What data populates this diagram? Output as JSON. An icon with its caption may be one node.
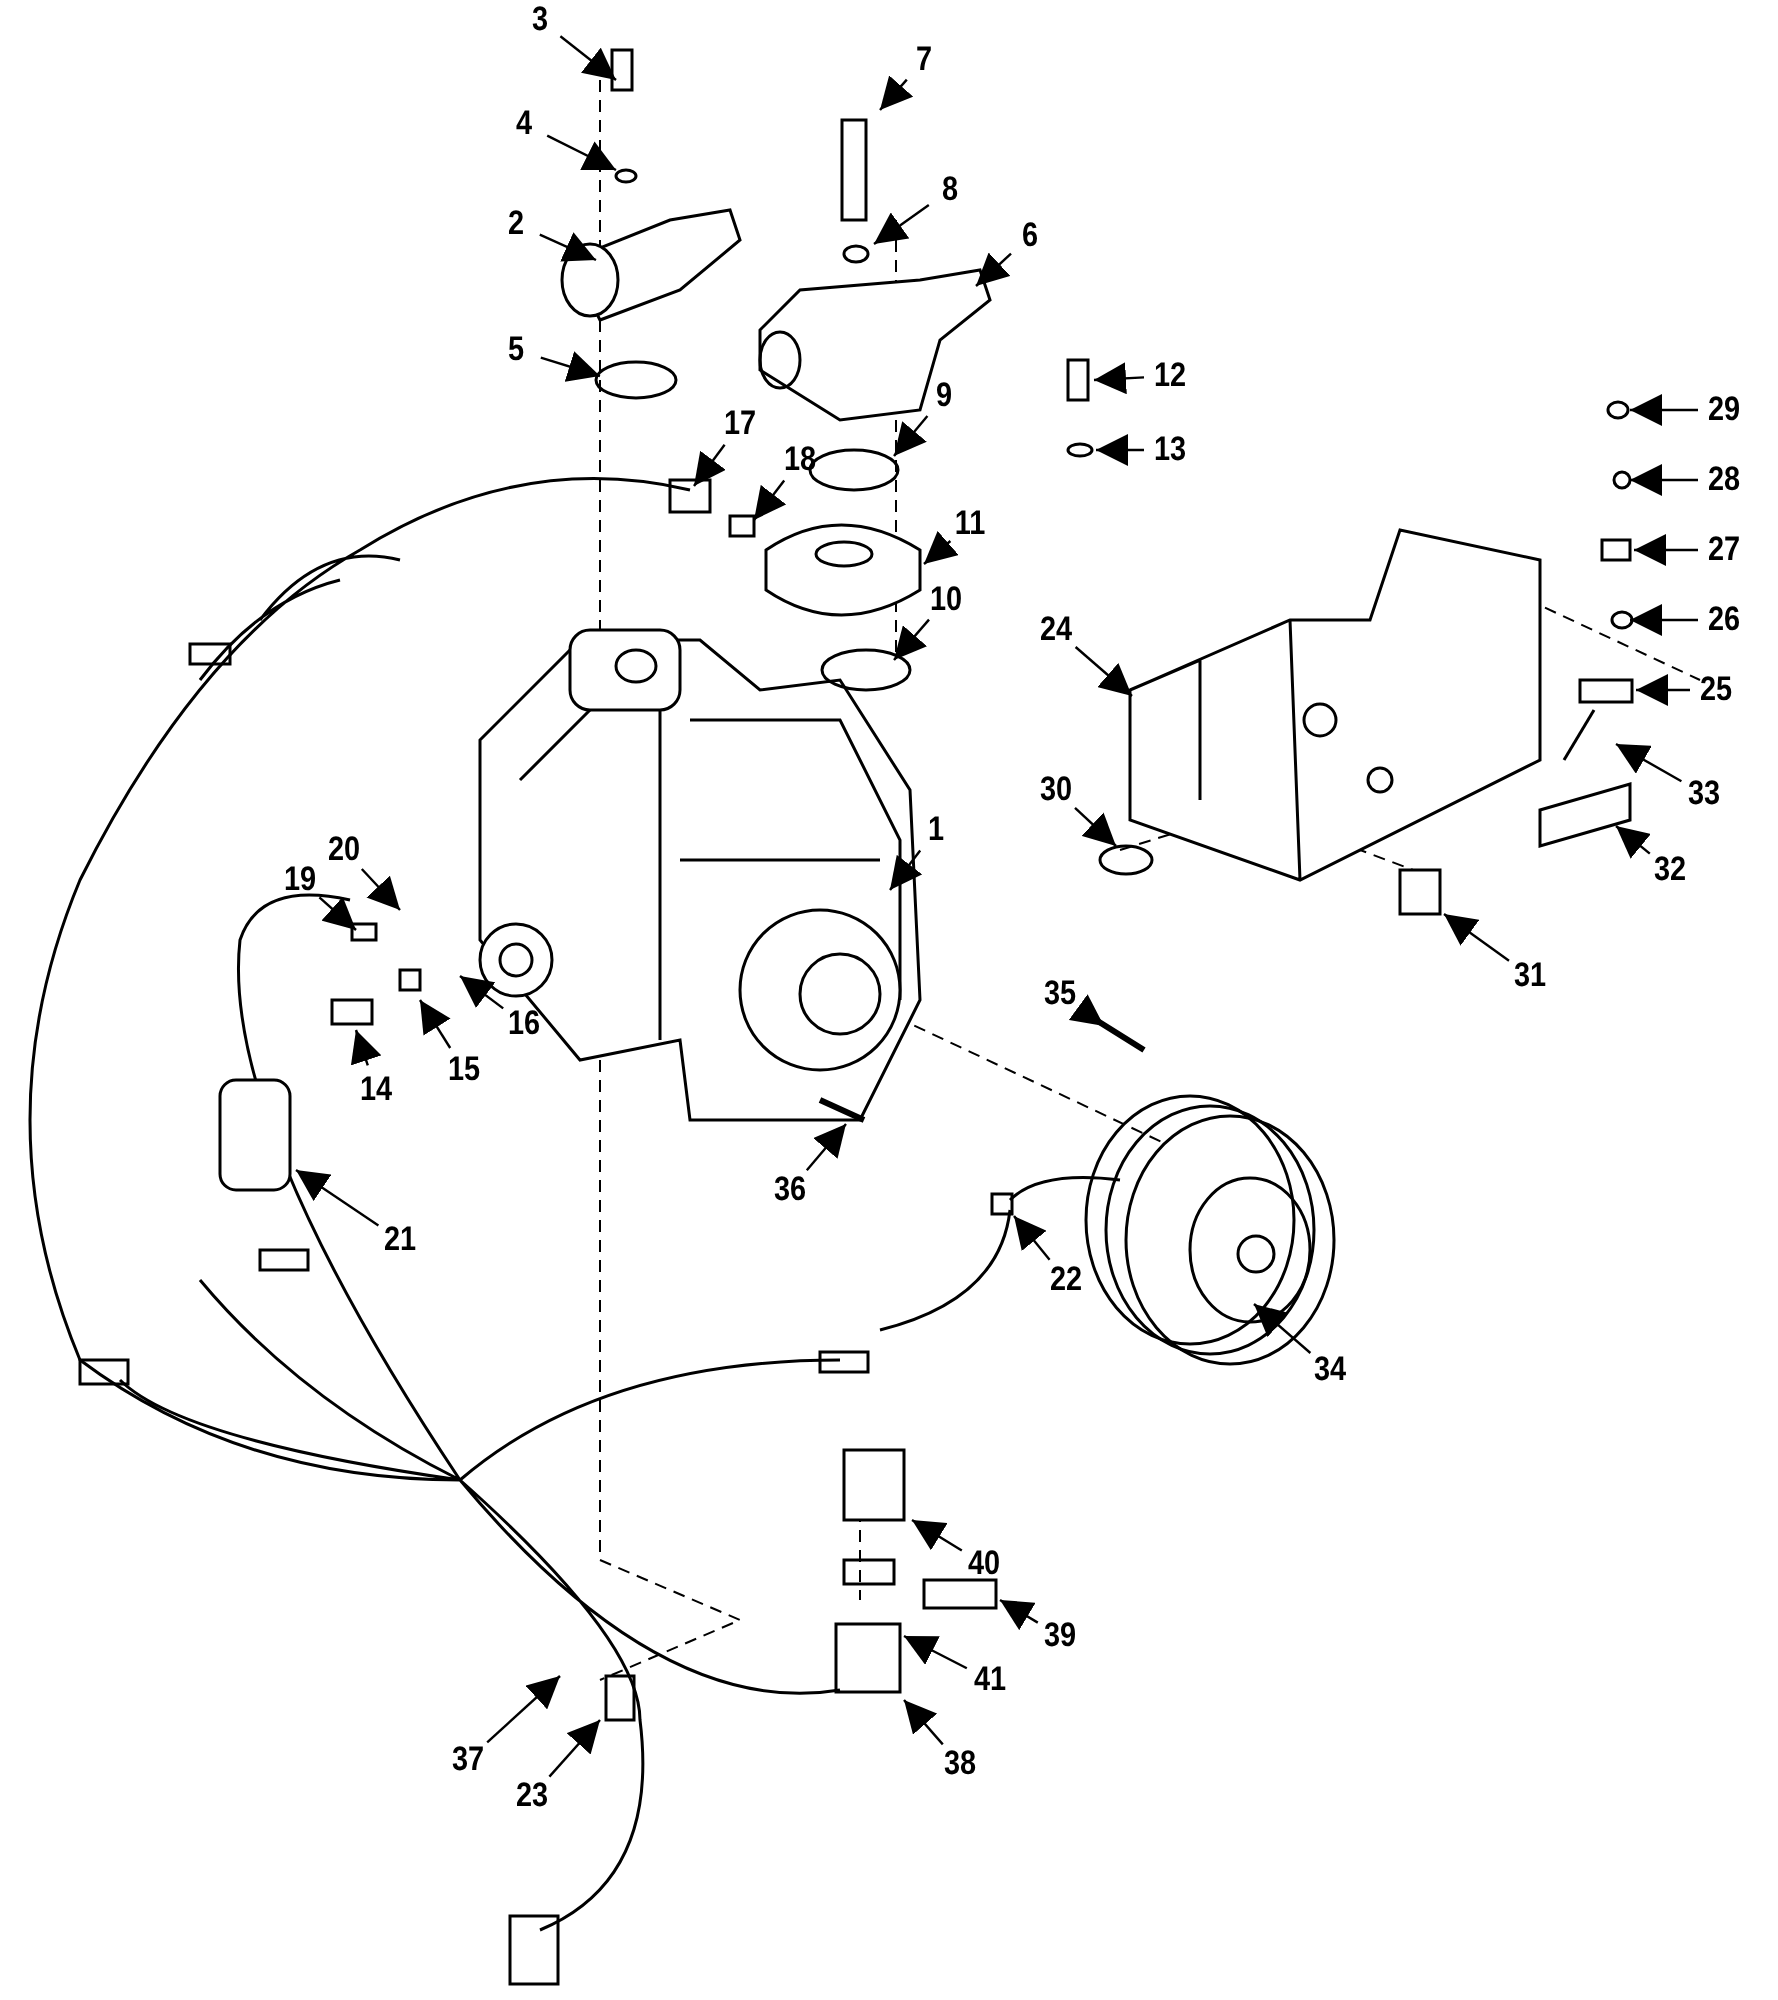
{
  "diagram": {
    "nodes": [
      {
        "text": [
          "1"
        ]
      },
      {
        "text": [
          "2"
        ]
      },
      {
        "text": [
          "3"
        ]
      },
      {
        "text": [
          "4"
        ]
      },
      {
        "text": [
          "5"
        ]
      },
      {
        "text": [
          "6"
        ]
      },
      {
        "text": [
          "7"
        ]
      },
      {
        "text": [
          "8"
        ]
      },
      {
        "text": [
          "9"
        ]
      },
      {
        "text": [
          "10"
        ]
      },
      {
        "text": [
          "11"
        ]
      },
      {
        "text": [
          "12"
        ]
      },
      {
        "text": [
          "13"
        ]
      },
      {
        "text": [
          "14"
        ]
      },
      {
        "text": [
          "15"
        ]
      },
      {
        "text": [
          "16"
        ]
      },
      {
        "text": [
          "17"
        ]
      },
      {
        "text": [
          "18"
        ]
      },
      {
        "text": [
          "19"
        ]
      },
      {
        "text": [
          "20"
        ]
      },
      {
        "text": [
          "21"
        ]
      },
      {
        "text": [
          "22"
        ]
      },
      {
        "text": [
          "23"
        ]
      },
      {
        "text": [
          "24"
        ]
      },
      {
        "text": [
          "25"
        ]
      },
      {
        "text": [
          "26"
        ]
      },
      {
        "text": [
          "27"
        ]
      },
      {
        "text": [
          "28"
        ]
      },
      {
        "text": [
          "29"
        ]
      },
      {
        "text": [
          "30"
        ]
      },
      {
        "text": [
          "31"
        ]
      },
      {
        "text": [
          "32"
        ]
      },
      {
        "text": [
          "33"
        ]
      },
      {
        "text": [
          "34"
        ]
      },
      {
        "text": [
          "35"
        ]
      },
      {
        "text": [
          "36"
        ]
      },
      {
        "text": [
          "37"
        ]
      },
      {
        "text": [
          "38"
        ]
      },
      {
        "text": [
          "39"
        ]
      },
      {
        "text": [
          "40"
        ]
      },
      {
        "text": [
          "41"
        ]
      }
    ],
    "edges": [
      {
        "from": 0,
        "to": null,
        "arrow": "to"
      },
      {
        "from": 1,
        "to": null,
        "arrow": "to"
      },
      {
        "from": 2,
        "to": null,
        "arrow": "to"
      },
      {
        "from": 3,
        "to": null,
        "arrow": "to"
      },
      {
        "from": 4,
        "to": null,
        "arrow": "to"
      },
      {
        "from": 5,
        "to": null,
        "arrow": "to"
      },
      {
        "from": 6,
        "to": null,
        "arrow": "to"
      },
      {
        "from": 7,
        "to": null,
        "arrow": "to"
      },
      {
        "from": 8,
        "to": null,
        "arrow": "to"
      },
      {
        "from": 9,
        "to": null,
        "arrow": "to"
      },
      {
        "from": 10,
        "to": null,
        "arrow": "to"
      },
      {
        "from": 11,
        "to": null,
        "arrow": "to"
      },
      {
        "from": 12,
        "to": null,
        "arrow": "to"
      },
      {
        "from": 13,
        "to": null,
        "arrow": "to"
      },
      {
        "from": 14,
        "to": null,
        "arrow": "to"
      },
      {
        "from": 15,
        "to": null,
        "arrow": "to"
      },
      {
        "from": 16,
        "to": null,
        "arrow": "to"
      },
      {
        "from": 17,
        "to": null,
        "arrow": "to"
      },
      {
        "from": 18,
        "to": null,
        "arrow": "to"
      },
      {
        "from": 19,
        "to": null,
        "arrow": "to"
      },
      {
        "from": 20,
        "to": null,
        "arrow": "to"
      },
      {
        "from": 21,
        "to": null,
        "arrow": "to"
      },
      {
        "from": 22,
        "to": null,
        "arrow": "to"
      },
      {
        "from": 23,
        "to": null,
        "arrow": "to"
      },
      {
        "from": 24,
        "to": null,
        "arrow": "to"
      },
      {
        "from": 25,
        "to": null,
        "arrow": "to"
      },
      {
        "from": 26,
        "to": null,
        "arrow": "to"
      },
      {
        "from": 27,
        "to": null,
        "arrow": "to"
      },
      {
        "from": 28,
        "to": null,
        "arrow": "to"
      },
      {
        "from": 29,
        "to": null,
        "arrow": "to"
      },
      {
        "from": 30,
        "to": null,
        "arrow": "to"
      },
      {
        "from": 31,
        "to": null,
        "arrow": "to"
      },
      {
        "from": 32,
        "to": null,
        "arrow": "to"
      },
      {
        "from": 33,
        "to": null,
        "arrow": "to"
      },
      {
        "from": 34,
        "to": null,
        "arrow": "to"
      },
      {
        "from": 35,
        "to": null,
        "arrow": "to"
      },
      {
        "from": 36,
        "to": null,
        "arrow": "to"
      },
      {
        "from": 37,
        "to": null,
        "arrow": "to"
      },
      {
        "from": 38,
        "to": null,
        "arrow": "to"
      },
      {
        "from": 39,
        "to": null,
        "arrow": "to"
      },
      {
        "from": 40,
        "to": null,
        "arrow": "to"
      }
    ]
  }
}
